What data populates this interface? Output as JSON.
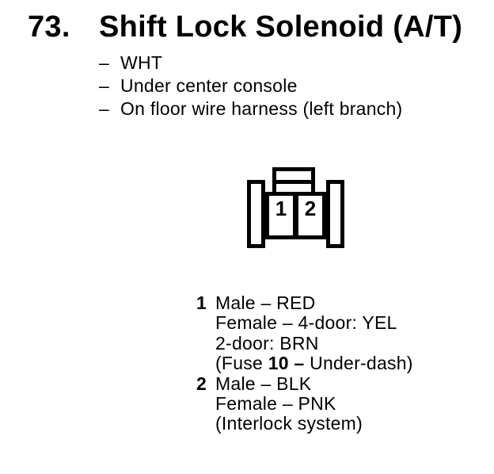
{
  "page": {
    "kind": "service-manual connector page",
    "ink_color": "#000000",
    "paper_color": "#ffffff"
  },
  "header": {
    "number": "73.",
    "title": "Shift Lock Solenoid (A/T)"
  },
  "details": [
    {
      "bullet": "–",
      "text": "WHT"
    },
    {
      "bullet": "–",
      "text": "Under center console"
    },
    {
      "bullet": "–",
      "text": "On floor wire harness (left branch)"
    }
  ],
  "connector": {
    "description": "2-cavity connector, front view, lock tab on top",
    "pins": [
      "1",
      "2"
    ]
  },
  "legend": [
    {
      "pin": "1",
      "lines": [
        "Male – RED",
        "Female – 4-door: YEL",
        "2-door: BRN",
        {
          "pre": "(Fuse ",
          "bold": "10 –",
          "post": " Under-dash)"
        }
      ]
    },
    {
      "pin": "2",
      "lines": [
        "Male – BLK",
        "Female – PNK",
        "(Interlock system)"
      ]
    }
  ]
}
